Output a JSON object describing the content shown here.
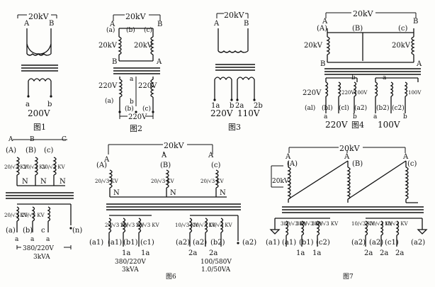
{
  "fig1": {
    "caption": "图1",
    "hv_voltage": "20kV",
    "terminal_a_cap": "A",
    "terminal_b_cap": "B",
    "terminal_a": "a",
    "terminal_b": "b",
    "lv_voltage": "200V"
  },
  "fig2": {
    "caption": "图2",
    "hv_voltage": "20kV",
    "top_labels": [
      "(a)",
      "(b)",
      "(c)"
    ],
    "cap_a_top": "A",
    "cap_b_top": "B",
    "coil_left": "20kV",
    "coil_right": "20kV",
    "cap_b_mid": "B",
    "cap_a_mid": "A",
    "lv_left": "220V",
    "lv_right": "220V",
    "bottom_labels": [
      "(a)",
      "(b)",
      "(c)"
    ],
    "small_a": "a",
    "small_b": "b",
    "lv_total": "220V"
  },
  "fig3": {
    "caption": "图3",
    "hv_voltage": "20kV",
    "cap_a": "A",
    "cap_b": "B",
    "terms": [
      "1a",
      "b",
      "2a",
      "2b"
    ],
    "v1": "220V",
    "v2": "110V"
  },
  "fig4": {
    "caption": "图4",
    "hv_voltage": "20kV",
    "cap_a1": "A",
    "a_paren": "(A)",
    "b_paren": "(B)",
    "c_paren": "(c)",
    "cap_b1": "B",
    "coil_left": "20kV",
    "coil_right": "20kV",
    "cap_b2": "B",
    "cap_a2": "A",
    "small_b": "b",
    "small_a": "a",
    "lv_labels": [
      "220V",
      "220V",
      "100V",
      "100V"
    ],
    "bottom_labels": [
      "(al)",
      "(bl)",
      "(cl)",
      "(a2)",
      "(b2)",
      "(c2)"
    ],
    "small_terms": [
      "a",
      "b",
      "a",
      "b"
    ],
    "v1": "220V",
    "v2": "100V"
  },
  "fig5": {
    "top_labels": [
      "(A)",
      "(B)",
      "(c)"
    ],
    "caps": [
      "A",
      "B",
      "C"
    ],
    "coil_text": "20/√3 KV",
    "n_labels": [
      "N",
      "N",
      "N"
    ],
    "lv_coil_text": "20/√3 KV",
    "bottom_labels": [
      "(a)",
      "(b)",
      "c",
      "(n)"
    ],
    "small_terms": [
      "a",
      "a",
      "a"
    ],
    "rating1": "380/220V",
    "rating2": "3kVA"
  },
  "fig6": {
    "caption": "图6",
    "hv_voltage": "20kV",
    "caps": [
      "A",
      "A",
      "A"
    ],
    "top_labels": [
      "(A)",
      "(B)",
      "(c)"
    ],
    "coil_text": "20/√3 KV",
    "n_labels": [
      "N",
      "N",
      "N"
    ],
    "lv_group1_text": "20/√3 KV",
    "lv_group2_text": "10/√3 KV",
    "bottom_labels1": [
      "(a1)",
      "(b1)",
      "(c1)"
    ],
    "bottom_labels2": [
      "(a2)",
      "(a2)",
      "(b2)",
      "(a2)"
    ],
    "terms1": [
      "1a",
      "1a"
    ],
    "terms2": [
      "2a",
      "2a"
    ],
    "rating1_line1": "380/220V",
    "rating1_line2": "3kVA",
    "rating2_line1": "100/580V",
    "rating2_line2": "1.0/50VA"
  },
  "fig7": {
    "caption": "图7",
    "hv_voltage": "20kV",
    "caps": [
      "A",
      "A",
      "A"
    ],
    "top_labels": [
      "(A)",
      "(B)",
      "(c)"
    ],
    "coil_left": "20kV",
    "lv_group1_text": "380/√3 KV",
    "lv_group2_text": "10/√3 KV",
    "bottom_labels": [
      "(a1)",
      "(a1)",
      "(b1)",
      "(c2)",
      "(a2)",
      "(a2)",
      "(c1)",
      "(a2)"
    ],
    "terms1": [
      "1a",
      "1a"
    ],
    "terms2": [
      "2a",
      "2a",
      "2a"
    ]
  }
}
